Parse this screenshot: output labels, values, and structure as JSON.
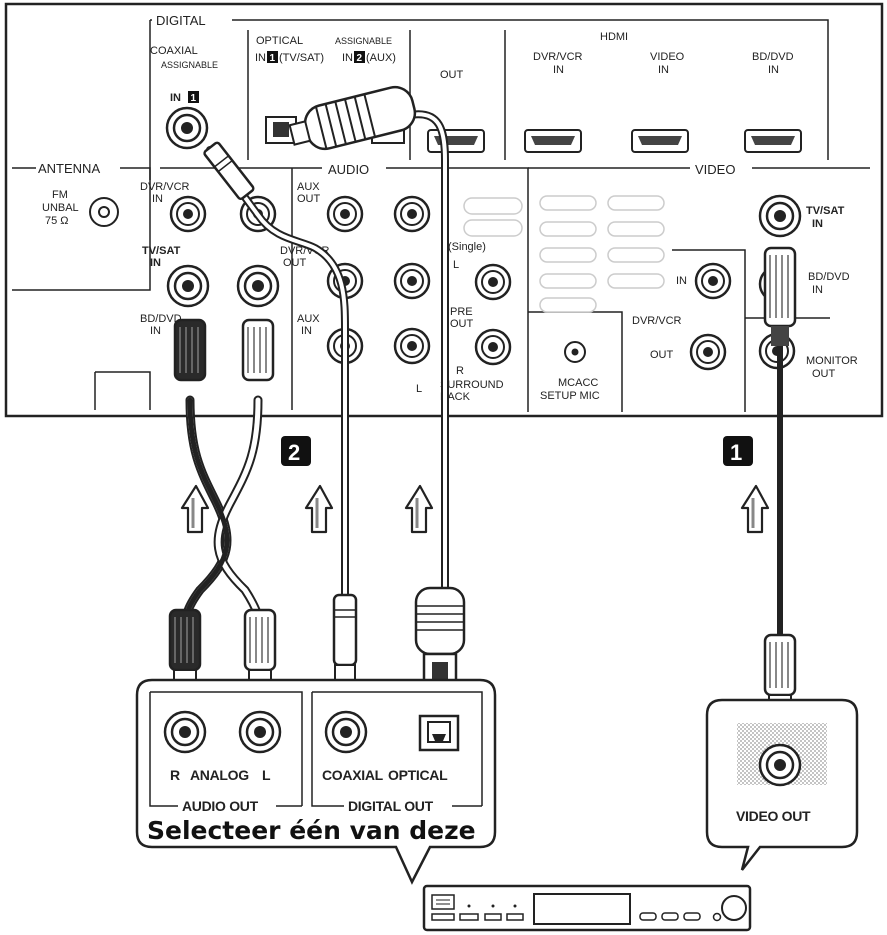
{
  "panel": {
    "digital": "DIGITAL",
    "coaxial": "COAXIAL",
    "coaxial_assignable": "ASSIGNABLE",
    "coaxial_in": "IN",
    "coaxial_in_num": "1",
    "optical": "OPTICAL",
    "optical_assignable": "ASSIGNABLE",
    "optical_in1": "IN",
    "optical_in1_num": "1",
    "optical_in1_label": "(TV/SAT)",
    "optical_in2": "IN",
    "optical_in2_num": "2",
    "optical_in2_label": "(AUX)",
    "hdmi": "HDMI",
    "hdmi_out": "OUT",
    "hdmi_dvr_1": "DVR/VCR",
    "hdmi_dvr_2": "IN",
    "hdmi_video_1": "VIDEO",
    "hdmi_video_2": "IN",
    "hdmi_bd_1": "BD/DVD",
    "hdmi_bd_2": "IN",
    "antenna": "ANTENNA",
    "fm_1": "FM",
    "fm_2": "UNBAL",
    "fm_3": "75 Ω",
    "audio": "AUDIO",
    "video": "VIDEO",
    "dvr_vcr_in_1": "DVR/VCR",
    "dvr_vcr_in_2": "IN",
    "tv_sat_in_1": "TV/SAT",
    "tv_sat_in_2": "IN",
    "bd_dvd_in_1": "BD/DVD",
    "bd_dvd_in_2": "IN",
    "aux_out_1": "AUX",
    "aux_out_2": "OUT",
    "dvr_vcr_out_1": "DVR/VCR",
    "dvr_vcr_out_2": "OUT",
    "aux_in_1": "AUX",
    "aux_in_2": "IN",
    "single": "(Single)",
    "l": "L",
    "pre_out_1": "PRE",
    "pre_out_2": "OUT",
    "r": "R",
    "surround_1": "SURROUND",
    "surround_2": "BACK",
    "mcacc_1": "MCACC",
    "mcacc_2": "SETUP MIC",
    "v_in": "IN",
    "v_dvr_vcr": "DVR/VCR",
    "v_out": "OUT",
    "v_tv_sat_1": "TV/SAT",
    "v_tv_sat_2": "IN",
    "v_bd_dvd_1": "BD/DVD",
    "v_bd_dvd_2": "IN",
    "v_monitor_1": "MONITOR",
    "v_monitor_2": "OUT",
    "bottom_l": "L"
  },
  "badges": {
    "one": "1",
    "two": "2"
  },
  "device": {
    "r": "R",
    "analog": "ANALOG",
    "l": "L",
    "coaxial": "COAXIAL",
    "optical": "OPTICAL",
    "audio_out": "AUDIO OUT",
    "digital_out": "DIGITAL OUT",
    "select": "Selecteer één van deze",
    "video_out": "VIDEO OUT"
  },
  "colors": {
    "line": "#222222",
    "panel": "#ffffff",
    "badge": "#111111"
  }
}
